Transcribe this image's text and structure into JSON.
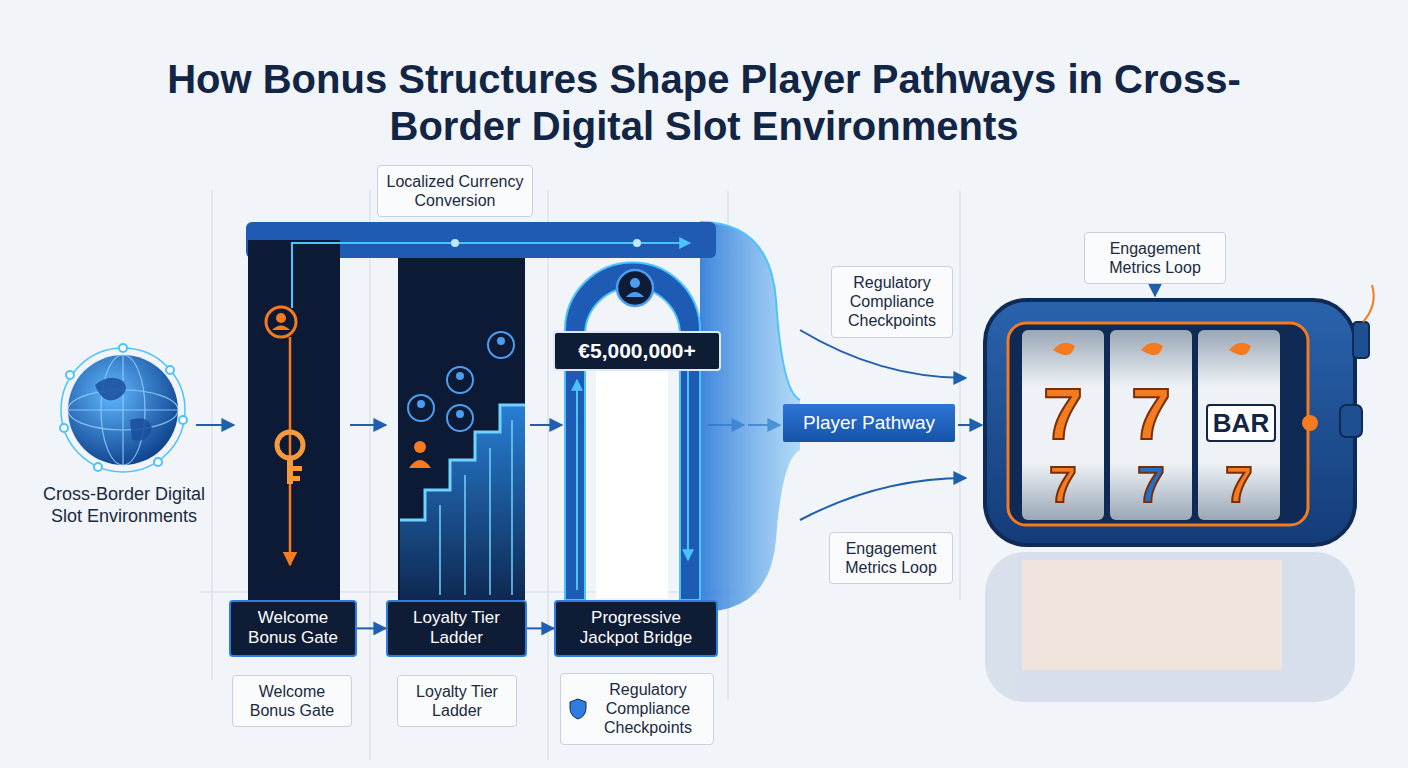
{
  "diagram": {
    "title": "How Bonus Structures Shape Player Pathways in Cross-Border Digital Slot Environments",
    "nodes": [
      {
        "text": [
          "Cross-Border Digital Slot Environments"
        ]
      },
      {
        "text": [
          "Localized Currency Conversion"
        ]
      },
      {
        "text": [
          "€5,000,000+"
        ]
      },
      {
        "text": [
          "Welcome Bonus Gate"
        ]
      },
      {
        "text": [
          "Loyalty Tier Ladder"
        ]
      },
      {
        "text": [
          "Progressive Jackpot Bridge"
        ]
      },
      {
        "text": [
          "Welcome Bonus Gate"
        ]
      },
      {
        "text": [
          "Loyalty Tier Ladder"
        ]
      },
      {
        "text": [
          "Regulatory Compliance Checkpoints"
        ]
      },
      {
        "text": [
          "Engagement Metrics Loop"
        ]
      },
      {
        "text": [
          "Regulatory Compliance Checkpoints"
        ]
      },
      {
        "text": [
          "Player Pathway"
        ]
      },
      {
        "text": [
          "Engagement Metrics Loop"
        ]
      }
    ],
    "edges": [
      {
        "from": 3,
        "to": 4,
        "arrow": "to"
      },
      {
        "from": 4,
        "to": 5,
        "arrow": "to"
      }
    ],
    "labels": [
      "7",
      "7",
      "BAR",
      "7",
      "7",
      "7"
    ]
  }
}
